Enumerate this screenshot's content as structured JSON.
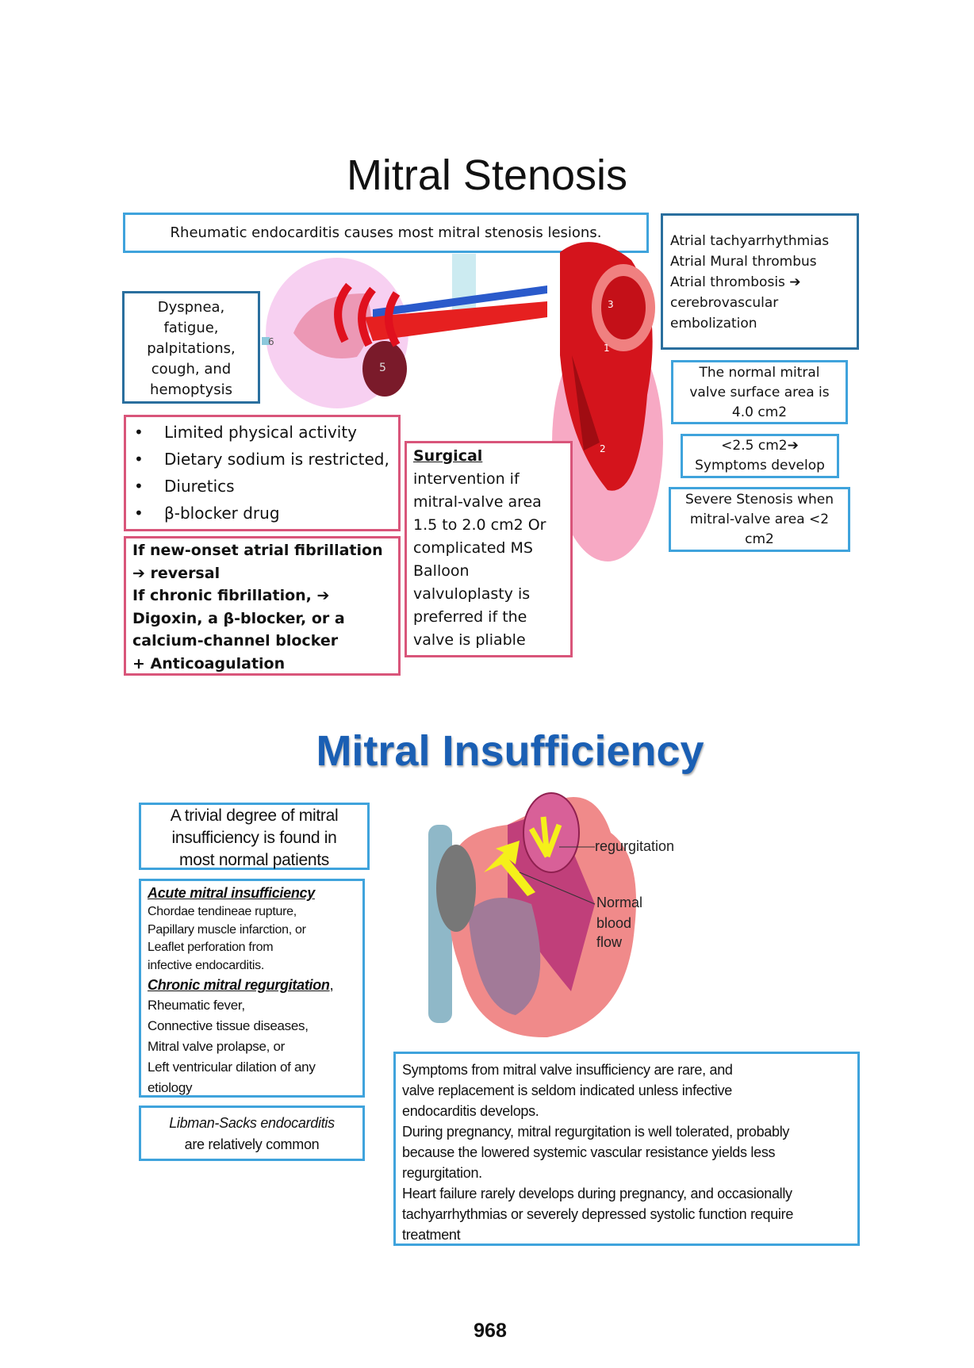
{
  "stenosis": {
    "title": "Mitral Stenosis",
    "cause": "Rheumatic endocarditis causes most mitral stenosis lesions.",
    "symptoms": [
      "Dyspnea,",
      "fatigue,",
      "palpitations,",
      "cough, and",
      "hemoptysis"
    ],
    "complications": [
      "Atrial tachyarrhythmias",
      "Atrial Mural thrombus",
      "Atrial thrombosis ➔",
      "cerebrovascular",
      "embolization"
    ],
    "normal_area": [
      "The normal mitral",
      "valve surface area is",
      "4.0 cm2"
    ],
    "symptom_threshold": [
      "<2.5 cm2➔",
      "Symptoms develop"
    ],
    "severe": [
      "Severe Stenosis when",
      "mitral-valve area <2",
      "cm2"
    ],
    "management": [
      "Limited physical activity",
      "Dietary sodium is restricted,",
      "Diuretics",
      "β-blocker drug"
    ],
    "af": [
      "If new-onset atrial fibrillation",
      "➔ reversal",
      "If chronic fibrillation, ➔",
      "Digoxin, a β-blocker, or a",
      "calcium-channel blocker",
      "+ Anticoagulation"
    ],
    "surgical_heading": "Surgical",
    "surgical": [
      "intervention if",
      "mitral-valve area",
      "1.5 to 2.0 cm2 Or",
      "complicated MS",
      "Balloon",
      "valvuloplasty is",
      "preferred if the",
      "valve is pliable"
    ],
    "figure_markers": [
      "1",
      "2",
      "3",
      "5",
      "6"
    ]
  },
  "insufficiency": {
    "title": "Mitral Insufficiency",
    "trivial": [
      "A trivial degree of mitral",
      "insufficiency is found in",
      "most normal patients"
    ],
    "acute_heading": "Acute mitral insufficiency",
    "acute": [
      "Chordae tendineae rupture,",
      "Papillary muscle infarction, or",
      "Leaflet perforation from",
      "infective endocarditis."
    ],
    "chronic_heading": "Chronic mitral regurgitation",
    "chronic_comma": ",",
    "chronic": [
      "Rheumatic fever,",
      "Connective  tissue diseases,",
      "Mitral valve prolapse,  or",
      "Left ventricular dilation of any",
      "etiology"
    ],
    "libman_italic": "Libman-Sacks endocarditis",
    "libman_rest": "are relatively common",
    "figure_labels": {
      "regurgitation": "regurgitation",
      "normal": "Normal",
      "blood": "blood",
      "flow": "flow"
    },
    "notes": [
      "Symptoms from mitral valve insufficiency are rare, and",
      "valve replacement  is seldom indicated unless infective",
      "endocarditis develops.",
      "During pregnancy, mitral regurgitation is well tolerated, probably",
      "because the lowered systemic vascular resistance yields less",
      "regurgitation.",
      "Heart failure rarely develops during pregnancy, and occasionally",
      "tachyarrhythmias or severely depressed  systolic function require",
      "treatment"
    ]
  },
  "page_number": "968",
  "colors": {
    "box_blue": "#3fa3dc",
    "box_pink": "#d9557a",
    "title_blue": "#1a5fb4"
  }
}
